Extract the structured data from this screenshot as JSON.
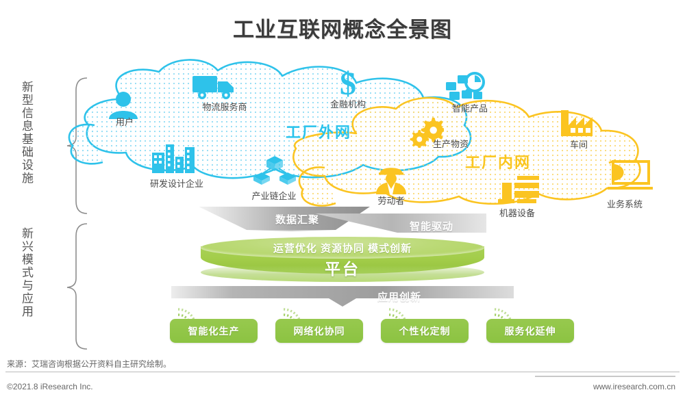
{
  "header": {
    "title": "工业互联网概念全景图"
  },
  "side_labels": [
    {
      "text": "新型信息基础设施",
      "name": "new-information-infrastructure"
    },
    {
      "text": "新兴模式与应用",
      "name": "emerging-models-and-applications"
    }
  ],
  "colors": {
    "cyan": "#29C3EC",
    "yellow": "#FAC61E",
    "green": "#8CC342",
    "green_light": "#BCDA78",
    "gray_arrow_dark": "#9a9a9a",
    "gray_arrow_light": "#c4c4c4",
    "title_text": "#3b3b3b",
    "label_text": "#4a4a4a"
  },
  "outer_network": {
    "title": "工厂外网",
    "nodes": [
      {
        "label": "用户",
        "icon": "user-icon"
      },
      {
        "label": "物流服务商",
        "icon": "truck-icon"
      },
      {
        "label": "金融机构",
        "icon": "dollar-icon"
      },
      {
        "label": "智能产品",
        "icon": "smart-product-icon"
      },
      {
        "label": "研发设计企业",
        "icon": "buildings-icon"
      },
      {
        "label": "产业链企业",
        "icon": "supply-chain-icon"
      }
    ]
  },
  "inner_network": {
    "title": "工厂内网",
    "nodes": [
      {
        "label": "生产物资",
        "icon": "gears-icon"
      },
      {
        "label": "车间",
        "icon": "factory-icon"
      },
      {
        "label": "劳动者",
        "icon": "worker-icon"
      },
      {
        "label": "机器设备",
        "icon": "machine-icon"
      },
      {
        "label": "业务系统",
        "icon": "business-system-icon"
      }
    ]
  },
  "flow_arrows": [
    {
      "label": "数据汇聚",
      "name": "data-aggregation-arrow"
    },
    {
      "label": "智能驱动",
      "name": "intelligent-drive-arrow"
    },
    {
      "label": "应用创新",
      "name": "application-innovation-arrow"
    }
  ],
  "platform": {
    "subtitle": "运营优化 资源协同 模式创新",
    "title": "平台"
  },
  "applications": [
    {
      "label": "智能化生产",
      "icon": "wifi-signal-icon"
    },
    {
      "label": "网络化协同",
      "icon": "wifi-signal-icon"
    },
    {
      "label": "个性化定制",
      "icon": "wifi-signal-icon"
    },
    {
      "label": "服务化延伸",
      "icon": "wifi-signal-icon"
    }
  ],
  "footer": {
    "source": "来源：艾瑞咨询根据公开资料自主研究绘制。",
    "copyright": "©2021.8 iResearch Inc.",
    "website": "www.iresearch.com.cn"
  }
}
